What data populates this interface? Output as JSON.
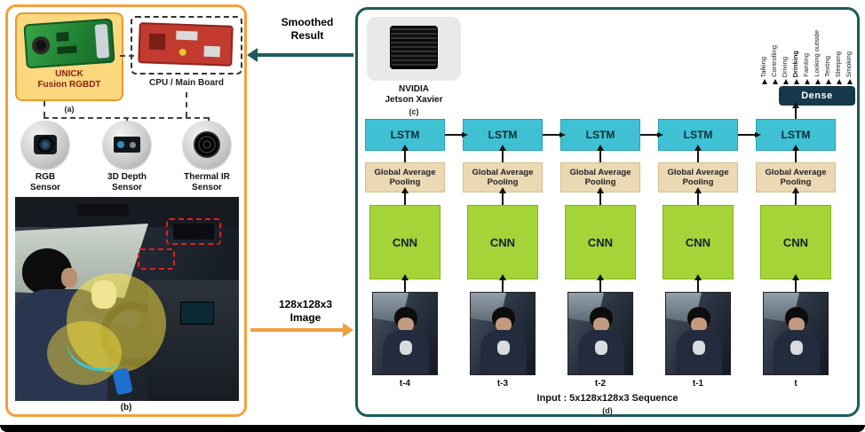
{
  "labels": {
    "a": "(a)",
    "b": "(b)",
    "c": "(c)",
    "d": "(d)"
  },
  "hardware": {
    "unick": "UNICK\nFusion RGBDT",
    "cpu": "CPU / Main Board",
    "sensors": [
      {
        "name": "RGB\nSensor"
      },
      {
        "name": "3D Depth\nSensor"
      },
      {
        "name": "Thermal IR\nSensor"
      }
    ],
    "jetson": "NVIDIA\nJetson Xavier"
  },
  "flow": {
    "smoothed": "Smoothed\nResult",
    "input_image": "128x128x3\nImage"
  },
  "network": {
    "lstm": "LSTM",
    "gap": "Global Average\nPooling",
    "cnn": "CNN",
    "dense": "Dense",
    "times": [
      "t-4",
      "t-3",
      "t-2",
      "t-1",
      "t"
    ],
    "classes": [
      "Talking",
      "Controlling",
      "Driving",
      "Drinking",
      "Fainting",
      "Looking outside",
      "Texting",
      "Sleeping",
      "Smoking"
    ],
    "input_caption": "Input : 5x128x128x3 Sequence"
  },
  "colors": {
    "left_border": "#F2A03D",
    "right_border": "#1E5B5B",
    "lstm": "#3FC1D3",
    "gap": "#EBD9B4",
    "cnn": "#A4D437",
    "dense": "#17384A",
    "arrow_smoothed": "#1E5B5B",
    "arrow_input": "#F2A03D",
    "highlight_box": "#FBD87E"
  }
}
